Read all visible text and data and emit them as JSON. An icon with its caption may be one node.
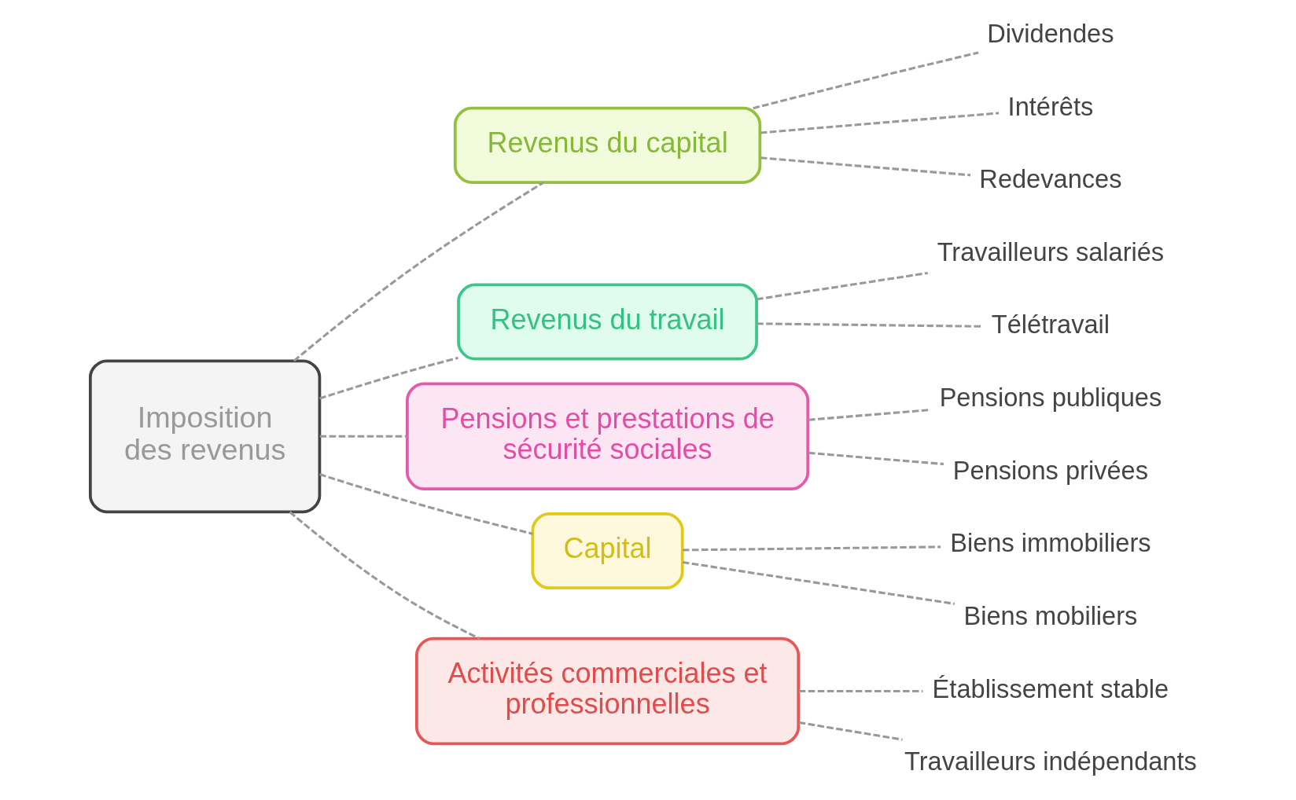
{
  "diagram": {
    "nodes": [
      {
        "text": [
          "Imposition des revenus"
        ]
      },
      {
        "text": [
          "Revenus du capital"
        ]
      },
      {
        "text": [
          "Dividendes"
        ]
      },
      {
        "text": [
          "Intérêts"
        ]
      },
      {
        "text": [
          "Redevances"
        ]
      },
      {
        "text": [
          "Revenus du travail"
        ]
      },
      {
        "text": [
          "Travailleurs salariés"
        ]
      },
      {
        "text": [
          "Télétravail"
        ]
      },
      {
        "text": [
          "Pensions et prestations de sécurité sociales"
        ]
      },
      {
        "text": [
          "Pensions publiques"
        ]
      },
      {
        "text": [
          "Pensions privées"
        ]
      },
      {
        "text": [
          "Capital"
        ]
      },
      {
        "text": [
          "Biens immobiliers"
        ]
      },
      {
        "text": [
          "Biens mobiliers"
        ]
      },
      {
        "text": [
          "Activités commerciales et professionnelles"
        ]
      },
      {
        "text": [
          "Établissement stable"
        ]
      },
      {
        "text": [
          "Travailleurs indépendants"
        ]
      }
    ],
    "edges": [
      {
        "from": 0,
        "to": 1,
        "arrow": "none",
        "style": "dashed"
      },
      {
        "from": 1,
        "to": 2,
        "arrow": "none",
        "style": "dashed"
      },
      {
        "from": 1,
        "to": 3,
        "arrow": "none",
        "style": "dashed"
      },
      {
        "from": 1,
        "to": 4,
        "arrow": "none",
        "style": "dashed"
      },
      {
        "from": 0,
        "to": 5,
        "arrow": "none",
        "style": "dashed"
      },
      {
        "from": 5,
        "to": 6,
        "arrow": "none",
        "style": "dashed"
      },
      {
        "from": 5,
        "to": 7,
        "arrow": "none",
        "style": "dashed"
      },
      {
        "from": 0,
        "to": 8,
        "arrow": "none",
        "style": "dashed"
      },
      {
        "from": 8,
        "to": 9,
        "arrow": "none",
        "style": "dashed"
      },
      {
        "from": 8,
        "to": 10,
        "arrow": "none",
        "style": "dashed"
      },
      {
        "from": 0,
        "to": 11,
        "arrow": "none",
        "style": "dashed"
      },
      {
        "from": 11,
        "to": 12,
        "arrow": "none",
        "style": "dashed"
      },
      {
        "from": 11,
        "to": 13,
        "arrow": "none",
        "style": "dashed"
      },
      {
        "from": 0,
        "to": 14,
        "arrow": "none",
        "style": "dashed"
      },
      {
        "from": 14,
        "to": 15,
        "arrow": "none",
        "style": "dashed"
      },
      {
        "from": 14,
        "to": 16,
        "arrow": "none",
        "style": "dashed"
      }
    ]
  }
}
